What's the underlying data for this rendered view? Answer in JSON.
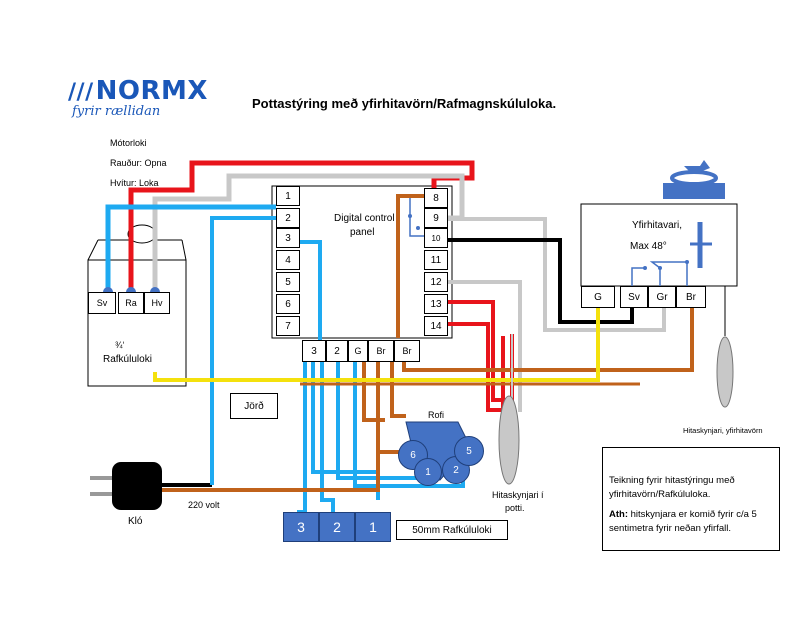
{
  "brand": {
    "logo_text": "NORMX",
    "slogan": "fyrir rællidan"
  },
  "title": "Pottastýring með yfirhitavörn/Rafmagnskúluloka.",
  "motor_legend": {
    "line1": "Mótorloki",
    "line2": "Rauður: Opna",
    "line3": "Hvítur: Loka"
  },
  "valve_3_4": {
    "terminals": [
      "Sv",
      "Ra",
      "Hv"
    ],
    "label_size": "¾‘",
    "label_name": "Rafkúluloki"
  },
  "controller": {
    "label_line1": "Digital control",
    "label_line2": "panel",
    "left_terminals": [
      "1",
      "2",
      "3",
      "4",
      "5",
      "6",
      "7"
    ],
    "right_terminals": [
      "8",
      "9",
      "10",
      "11",
      "12",
      "13",
      "14"
    ],
    "bottom_terminals": [
      "3",
      "2",
      "G",
      "Br",
      "Br"
    ]
  },
  "ground_label": "Jörð",
  "switch": {
    "title": "Rofi",
    "pins": [
      "6",
      "1",
      "2",
      "5"
    ]
  },
  "plug_label": "Kló",
  "voltage_label": "220 volt",
  "valve_50mm": {
    "terminals": [
      "3",
      "2",
      "1"
    ],
    "label": "50mm Rafkúluloki"
  },
  "pot_sensor_label_1": "Hitaskynjari í",
  "pot_sensor_label_2": "potti.",
  "overheat": {
    "title": "Yfirhitavari,",
    "max": "Max 48°",
    "terminals": [
      "G",
      "Sv",
      "Gr",
      "Br"
    ],
    "sensor_label": "Hitaskynjari, yfirhitavörn"
  },
  "note": {
    "p1": "Teikning fyrir hitastýringu með yfirhitavörn/Rafkúluloka.",
    "p2_bold": "Ath:",
    "p2_rest": " hitskynjara er komið fyrir c/a 5 sentimetra fyrir neðan yfirfall."
  },
  "wire_colors": {
    "red": "#e8141b",
    "white_gray": "#c8c8c8",
    "blue": "#1eaaf1",
    "black": "#000000",
    "brown": "#c0621b",
    "yellow": "#f4e10d",
    "device_blue": "#4472c4"
  }
}
